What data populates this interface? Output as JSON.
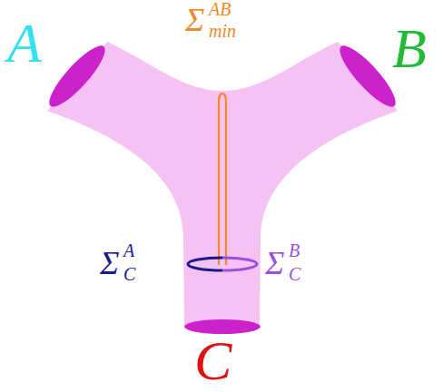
{
  "diagram": {
    "labels": [
      "A",
      "B",
      "C",
      "Σ",
      "AB",
      "min",
      "Σ",
      "A",
      "C",
      "Σ",
      "B",
      "C"
    ]
  }
}
